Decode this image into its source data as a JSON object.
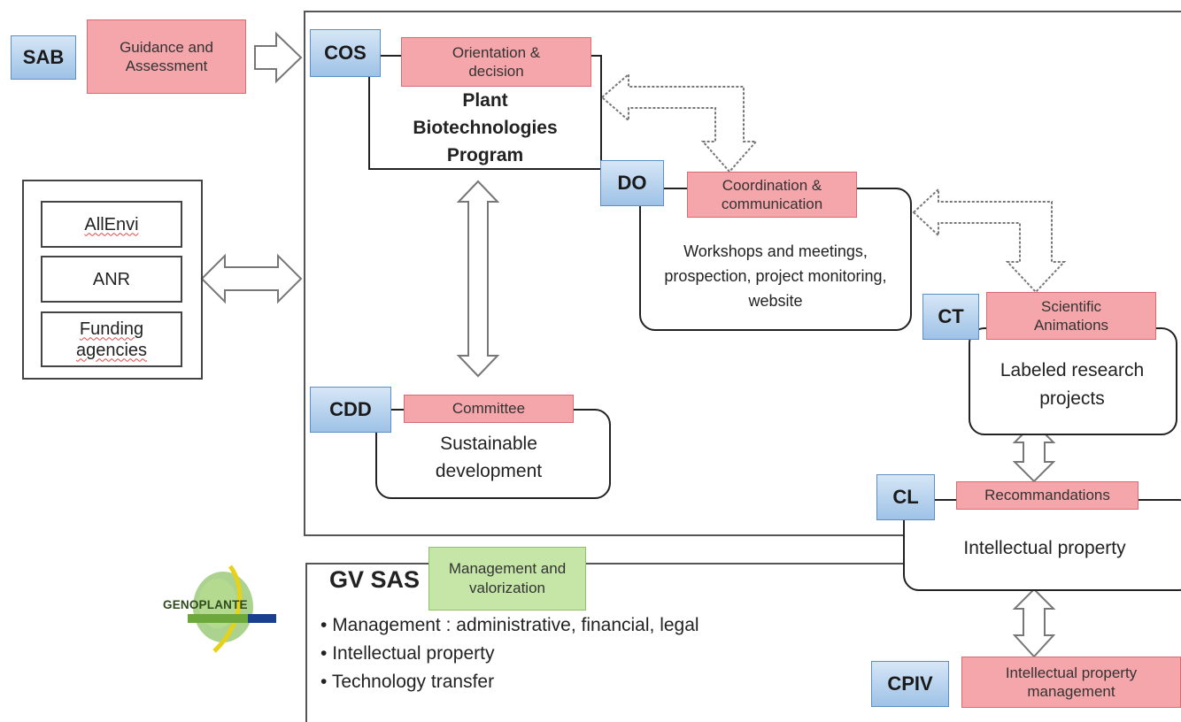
{
  "sab": {
    "code": "SAB",
    "role": "Guidance and Assessment"
  },
  "cos": {
    "code": "COS",
    "role": "Orientation & decision",
    "title_lines": [
      "Plant",
      "Biotechnologies",
      "Program"
    ]
  },
  "do": {
    "code": "DO",
    "role": "Coordination & communication",
    "body": "Workshops and meetings, prospection, project monitoring, website"
  },
  "ct": {
    "code": "CT",
    "role": "Scientific Animations",
    "body": "Labeled research projects"
  },
  "cdd": {
    "code": "CDD",
    "role": "Committee",
    "body": "Sustainable development"
  },
  "cl": {
    "code": "CL",
    "role": "Recommandations",
    "body": "Intellectual property"
  },
  "cpiv": {
    "code": "CPIV",
    "role": "Intellectual property management"
  },
  "funders": [
    "AllEnvi",
    "ANR",
    "Funding agencies"
  ],
  "gvsas": {
    "title": "GV SAS",
    "role": "Management and valorization",
    "bullets": [
      "Management : administrative, financial, legal",
      "Intellectual property",
      "Technology transfer"
    ]
  },
  "logo": {
    "text": "GENOPLANTE",
    "colors": {
      "green": "#6da83c",
      "yellow": "#e6d21a",
      "blue": "#1b3f8f"
    }
  },
  "colors": {
    "code_box": "#9ec2e6",
    "role_box": "#f4a6aa",
    "gv_box": "#c6e6a8"
  }
}
